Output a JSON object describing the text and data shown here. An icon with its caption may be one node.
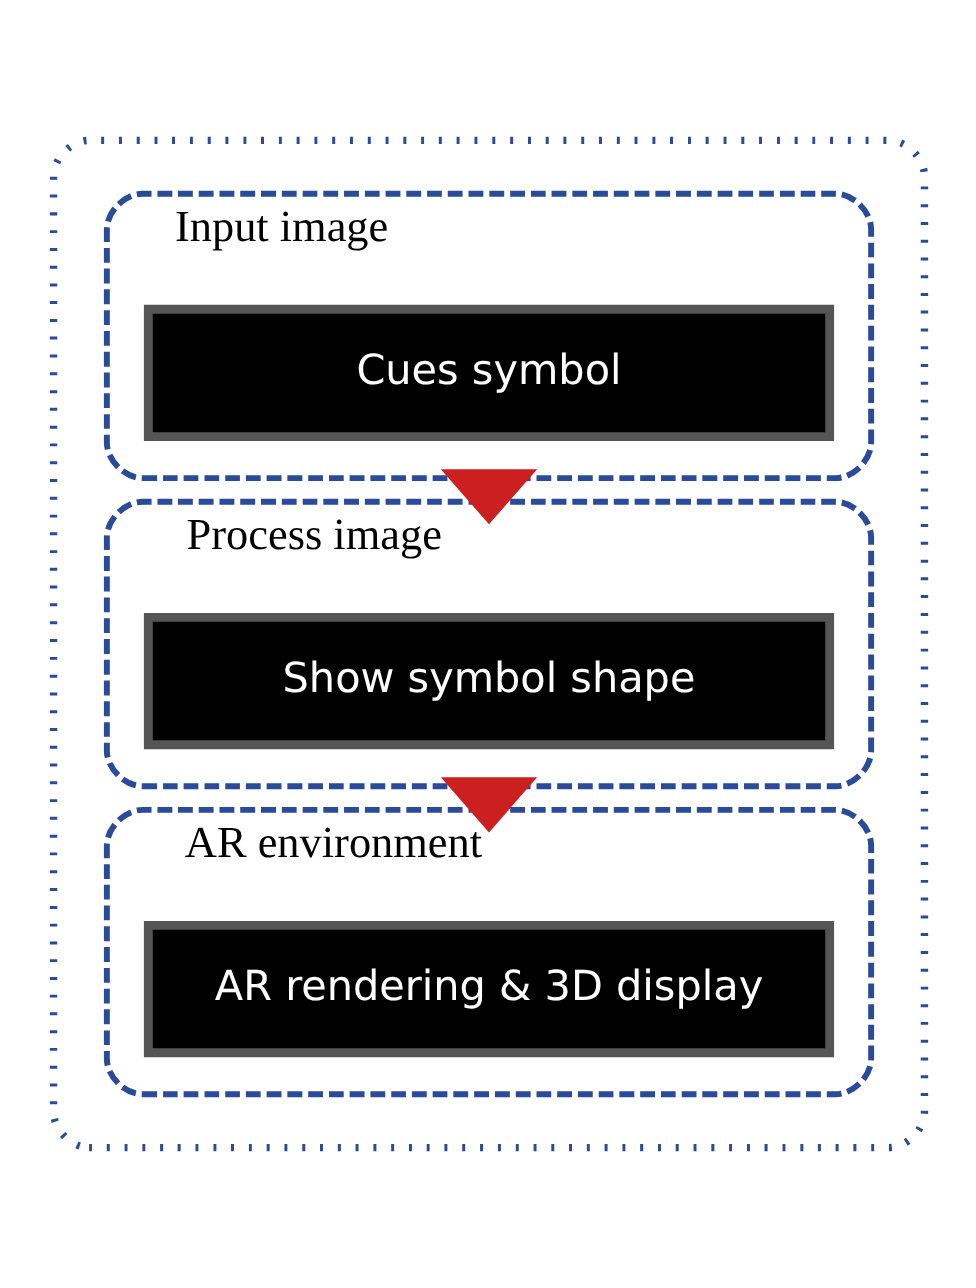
{
  "diagram": {
    "nodes": [
      {
        "text": [],
        "shape": "box"
      },
      {
        "text": [
          "Input image"
        ],
        "in": 0
      },
      {
        "text": [
          "Cues symbol"
        ],
        "in": 1
      },
      {
        "text": [
          "Process image"
        ],
        "in": 0
      },
      {
        "text": [
          "Show symbol shape"
        ],
        "in": 3
      },
      {
        "text": [
          "AR environment"
        ],
        "in": 0
      },
      {
        "text": [
          "AR rendering & 3D display"
        ],
        "in": 5
      }
    ],
    "edges": [
      {
        "from": 1,
        "to": 3,
        "arrow": "to",
        "style": "thick",
        "color": "#cc2020"
      },
      {
        "from": 3,
        "to": 5,
        "arrow": "to",
        "style": "thick",
        "color": "#cc2020"
      }
    ]
  }
}
